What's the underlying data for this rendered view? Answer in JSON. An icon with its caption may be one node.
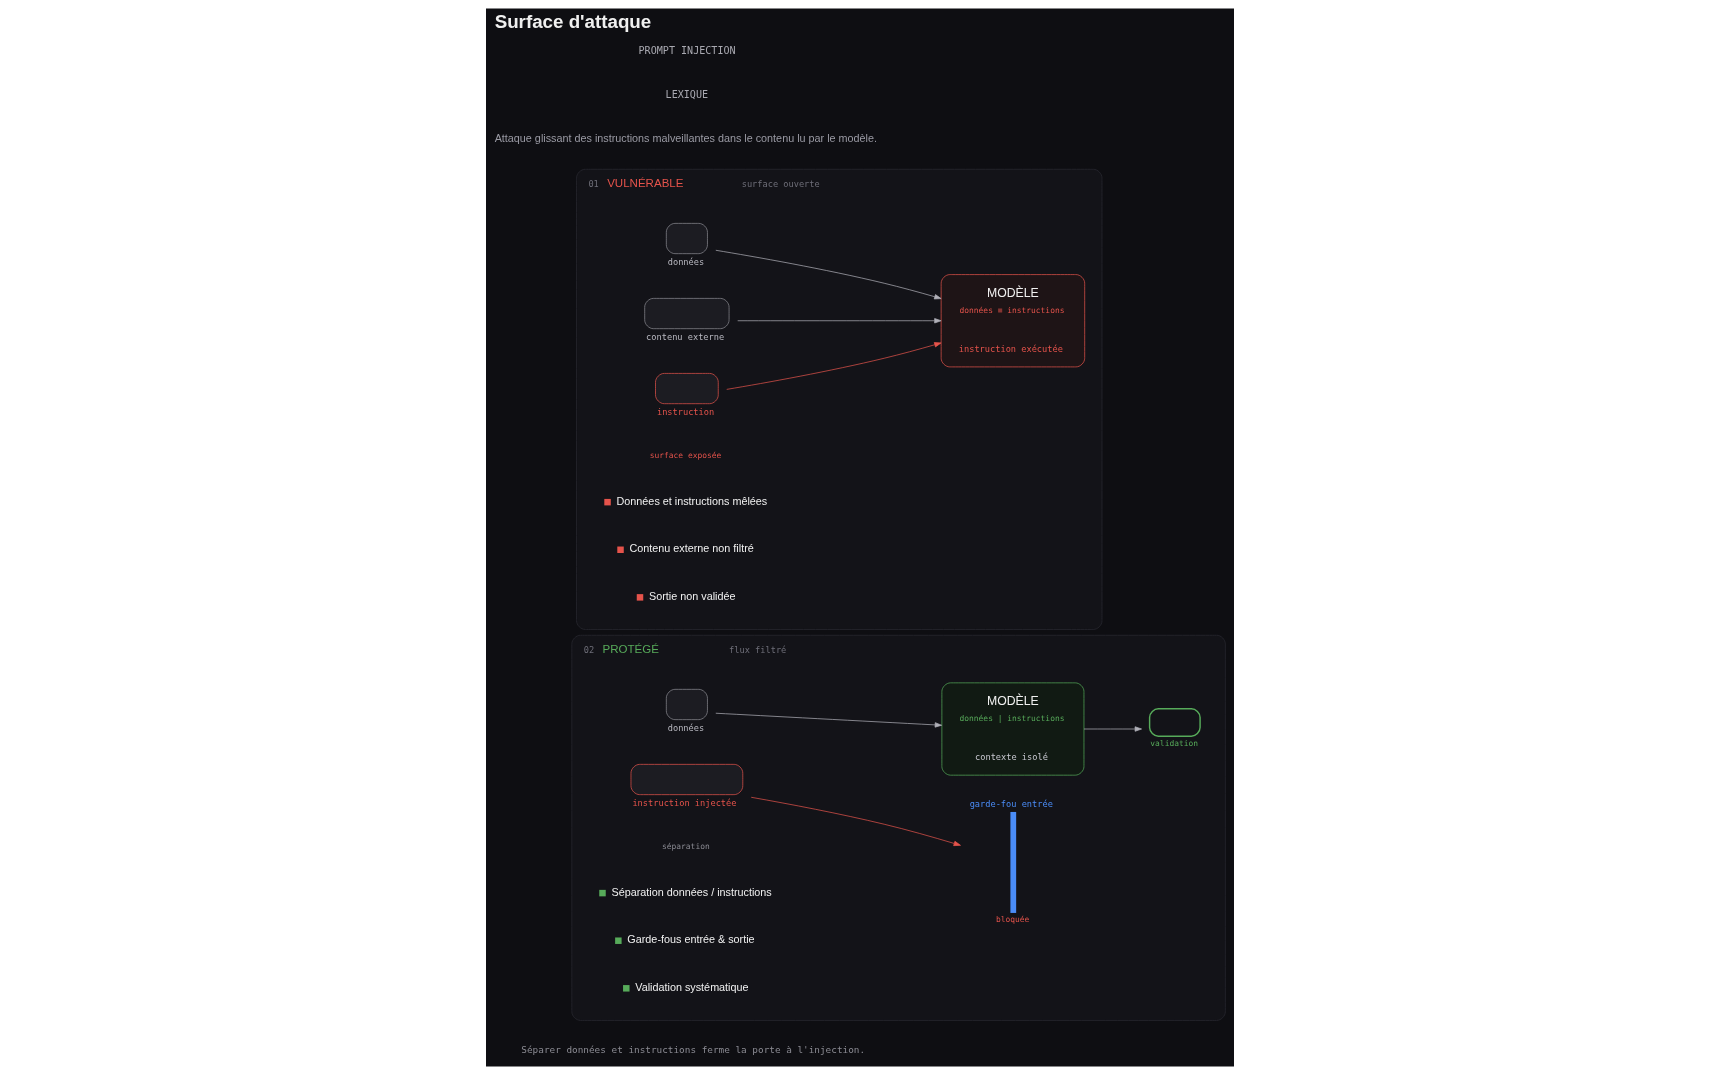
{
  "diagram": {
    "title": "Surface d'attaque",
    "nodes": [
      {
        "text": [
          "01",
          "VULNÉRABLE",
          "surface ouverte"
        ]
      },
      {
        "text": [
          "données"
        ],
        "in": 0
      },
      {
        "text": [
          "contenu externe"
        ],
        "in": 0
      },
      {
        "text": [
          "instruction"
        ],
        "in": 0
      },
      {
        "text": [
          "MODÈLE",
          "données ≡ instructions",
          "instruction exécutée"
        ],
        "in": 0
      },
      {
        "text": [
          "02",
          "PROTÉGÉ",
          "flux filtré"
        ]
      },
      {
        "text": [
          "données"
        ],
        "in": 5
      },
      {
        "text": [
          "instruction injectée"
        ],
        "in": 5
      },
      {
        "text": [
          "garde-fou entrée"
        ],
        "beside": [
          "bloquée"
        ],
        "in": 5
      },
      {
        "text": [
          "MODÈLE",
          "données | instructions",
          "contexte isolé"
        ],
        "in": 5
      },
      {
        "text": [
          "validation"
        ],
        "in": 5
      }
    ],
    "edges": [
      {
        "from": 1,
        "to": 4,
        "arrow": "to"
      },
      {
        "from": 2,
        "to": 4,
        "arrow": "to"
      },
      {
        "from": 3,
        "to": 4,
        "arrow": "to",
        "color": "#e5534b"
      },
      {
        "from": 6,
        "to": 9,
        "arrow": "to"
      },
      {
        "from": 7,
        "to": 8,
        "arrow": "to",
        "color": "#e5534b"
      },
      {
        "from": 9,
        "to": 10,
        "arrow": "to"
      }
    ],
    "labels": [
      "PROMPT INJECTION",
      "LEXIQUE",
      "Attaque glissant des instructions malveillantes dans le contenu lu par le modèle.",
      "surface exposée",
      "Données et instructions mêlées",
      "Contenu externe non filtré",
      "Sortie non validée",
      "séparation",
      "Séparation données / instructions",
      "Garde-fous entrée & sortie",
      "Validation systématique",
      "Séparer données et instructions ferme la porte à l'injection."
    ]
  }
}
